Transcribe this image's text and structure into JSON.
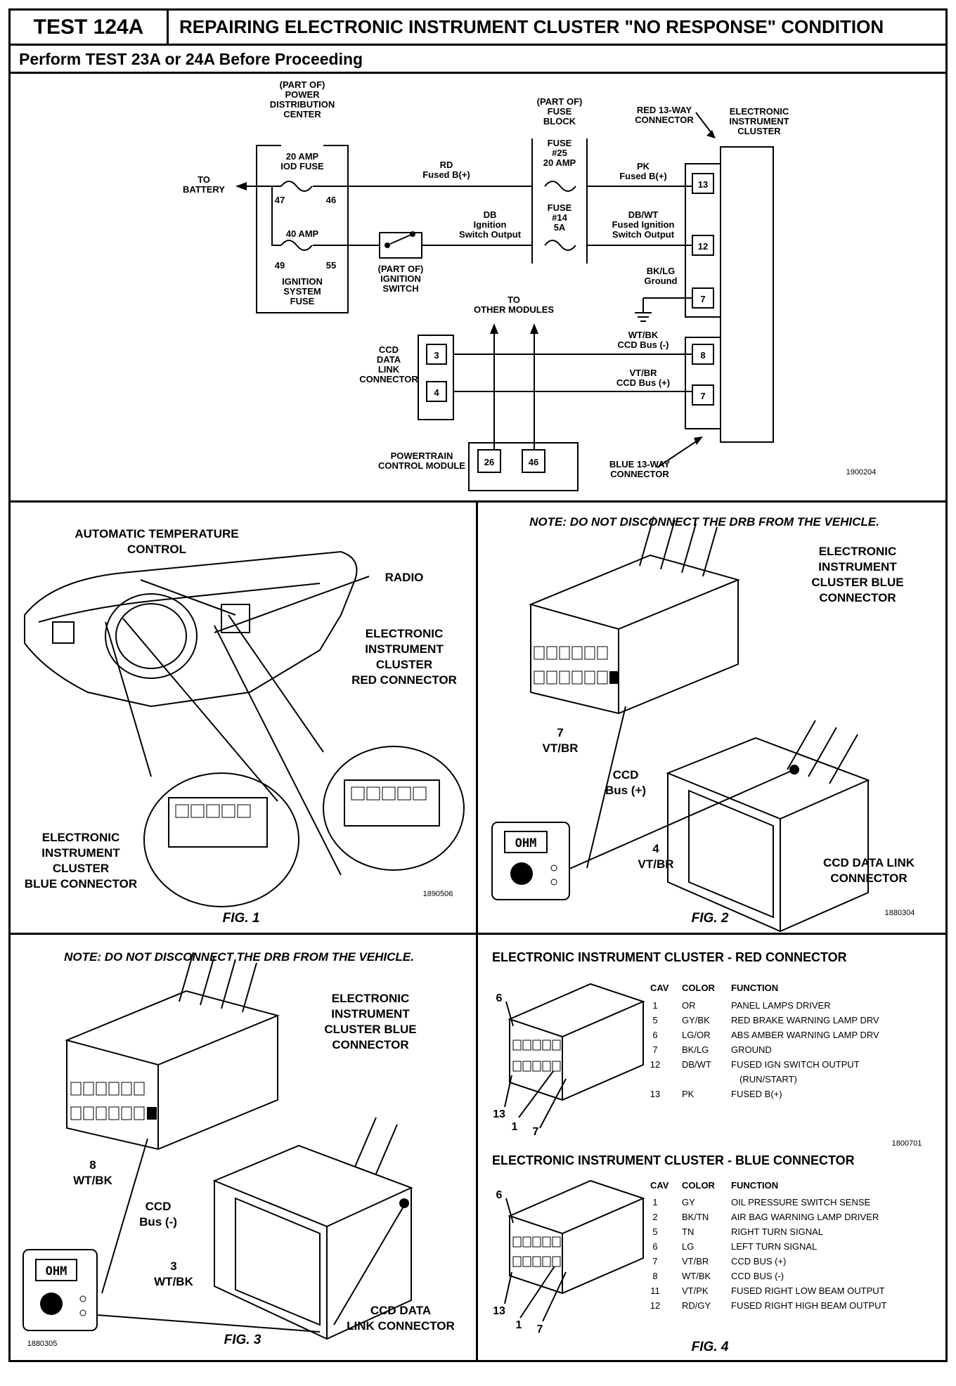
{
  "header": {
    "test_id": "TEST 124A",
    "title": "REPAIRING ELECTRONIC INSTRUMENT CLUSTER \"NO RESPONSE\" CONDITION",
    "subtitle": "Perform TEST 23A or 24A Before Proceeding"
  },
  "schematic": {
    "pdc_label": [
      "(PART OF)",
      "POWER",
      "DISTRIBUTION",
      "CENTER"
    ],
    "fuse20_label": [
      "20 AMP",
      "IOD FUSE"
    ],
    "fuse20_pins": [
      "47",
      "46"
    ],
    "fuse40_label": "40 AMP",
    "fuse40_pins": [
      "49",
      "55"
    ],
    "ign_fuse_label": [
      "IGNITION",
      "SYSTEM",
      "FUSE"
    ],
    "to_battery": [
      "TO",
      "BATTERY"
    ],
    "wire_rd": [
      "RD",
      "Fused B(+)"
    ],
    "wire_db": [
      "DB",
      "Ignition",
      "Switch Output"
    ],
    "ign_switch_label": [
      "(PART OF)",
      "IGNITION",
      "SWITCH"
    ],
    "fuse_block_label": [
      "(PART OF)",
      "FUSE",
      "BLOCK"
    ],
    "fuse25": [
      "FUSE",
      "#25",
      "20 AMP"
    ],
    "fuse14": [
      "FUSE",
      "#14",
      "5A"
    ],
    "wire_pk": [
      "PK",
      "Fused B(+)"
    ],
    "wire_dbwt": [
      "DB/WT",
      "Fused Ignition",
      "Switch Output"
    ],
    "wire_bklg": [
      "BK/LG",
      "Ground"
    ],
    "red_connector_label": [
      "RED 13-WAY",
      "CONNECTOR"
    ],
    "cluster_label": [
      "ELECTRONIC",
      "INSTRUMENT",
      "CLUSTER"
    ],
    "red_pins": [
      "13",
      "12",
      "7"
    ],
    "to_other_modules": [
      "TO",
      "OTHER MODULES"
    ],
    "ccd_link_label": [
      "CCD",
      "DATA",
      "LINK",
      "CONNECTOR"
    ],
    "ccd_pins": [
      "3",
      "4"
    ],
    "wire_wtbk": [
      "WT/BK",
      "CCD Bus (-)"
    ],
    "wire_vtbr": [
      "VT/BR",
      "CCD Bus (+)"
    ],
    "blue_pins": [
      "8",
      "7"
    ],
    "pcm_label": [
      "POWERTRAIN",
      "CONTROL MODULE"
    ],
    "pcm_pins": [
      "26",
      "46"
    ],
    "blue_connector_label": [
      "BLUE 13-WAY",
      "CONNECTOR"
    ],
    "ref": "1900204"
  },
  "fig1": {
    "atc_label": [
      "AUTOMATIC TEMPERATURE",
      "CONTROL"
    ],
    "radio_label": "RADIO",
    "red_label": [
      "ELECTRONIC",
      "INSTRUMENT",
      "CLUSTER",
      "RED CONNECTOR"
    ],
    "blue_label": [
      "ELECTRONIC",
      "INSTRUMENT",
      "CLUSTER",
      "BLUE CONNECTOR"
    ],
    "ref": "1890506",
    "caption": "FIG. 1"
  },
  "fig2": {
    "note": "NOTE:  DO NOT DISCONNECT THE DRB FROM THE VEHICLE.",
    "conn_label": [
      "ELECTRONIC",
      "INSTRUMENT",
      "CLUSTER BLUE",
      "CONNECTOR"
    ],
    "pin7": [
      "7",
      "VT/BR"
    ],
    "ccd": [
      "CCD",
      "Bus (+)"
    ],
    "pin4": [
      "4",
      "VT/BR"
    ],
    "link_label": [
      "CCD DATA LINK",
      "CONNECTOR"
    ],
    "meter_text": "OHM",
    "ref": "1880304",
    "caption": "FIG. 2"
  },
  "fig3": {
    "note": "NOTE:  DO NOT DISCONNECT THE DRB FROM THE VEHICLE.",
    "conn_label": [
      "ELECTRONIC",
      "INSTRUMENT",
      "CLUSTER BLUE",
      "CONNECTOR"
    ],
    "pin8": [
      "8",
      "WT/BK"
    ],
    "ccd": [
      "CCD",
      "Bus (-)"
    ],
    "pin3": [
      "3",
      "WT/BK"
    ],
    "link_label": [
      "CCD DATA",
      "LINK CONNECTOR"
    ],
    "meter_text": "OHM",
    "ref": "1880305",
    "caption": "FIG. 3"
  },
  "fig4": {
    "red_title": "ELECTRONIC INSTRUMENT CLUSTER - RED CONNECTOR",
    "blue_title": "ELECTRONIC INSTRUMENT CLUSTER - BLUE CONNECTOR",
    "headers": [
      "CAV",
      "COLOR",
      "FUNCTION"
    ],
    "red_rows": [
      [
        "1",
        "OR",
        "PANEL LAMPS DRIVER"
      ],
      [
        "5",
        "GY/BK",
        "RED BRAKE WARNING LAMP DRV"
      ],
      [
        "6",
        "LG/OR",
        "ABS AMBER WARNING LAMP DRV"
      ],
      [
        "7",
        "BK/LG",
        "GROUND"
      ],
      [
        "12",
        "DB/WT",
        "FUSED IGN SWITCH OUTPUT"
      ],
      [
        "",
        "",
        "(RUN/START)"
      ],
      [
        "13",
        "PK",
        "FUSED B(+)"
      ]
    ],
    "blue_rows": [
      [
        "1",
        "GY",
        "OIL PRESSURE SWITCH SENSE"
      ],
      [
        "2",
        "BK/TN",
        "AIR BAG WARNING LAMP DRIVER"
      ],
      [
        "5",
        "TN",
        "RIGHT TURN SIGNAL"
      ],
      [
        "6",
        "LG",
        "LEFT TURN SIGNAL"
      ],
      [
        "7",
        "VT/BR",
        "CCD BUS (+)"
      ],
      [
        "8",
        "WT/BK",
        "CCD BUS (-)"
      ],
      [
        "11",
        "VT/PK",
        "FUSED RIGHT LOW BEAM OUTPUT"
      ],
      [
        "12",
        "RD/GY",
        "FUSED RIGHT HIGH BEAM OUTPUT"
      ]
    ],
    "red_callouts": [
      "6",
      "13",
      "1",
      "7"
    ],
    "blue_callouts": [
      "6",
      "13",
      "1",
      "7"
    ],
    "red_ref": "1800701",
    "caption": "FIG. 4"
  }
}
